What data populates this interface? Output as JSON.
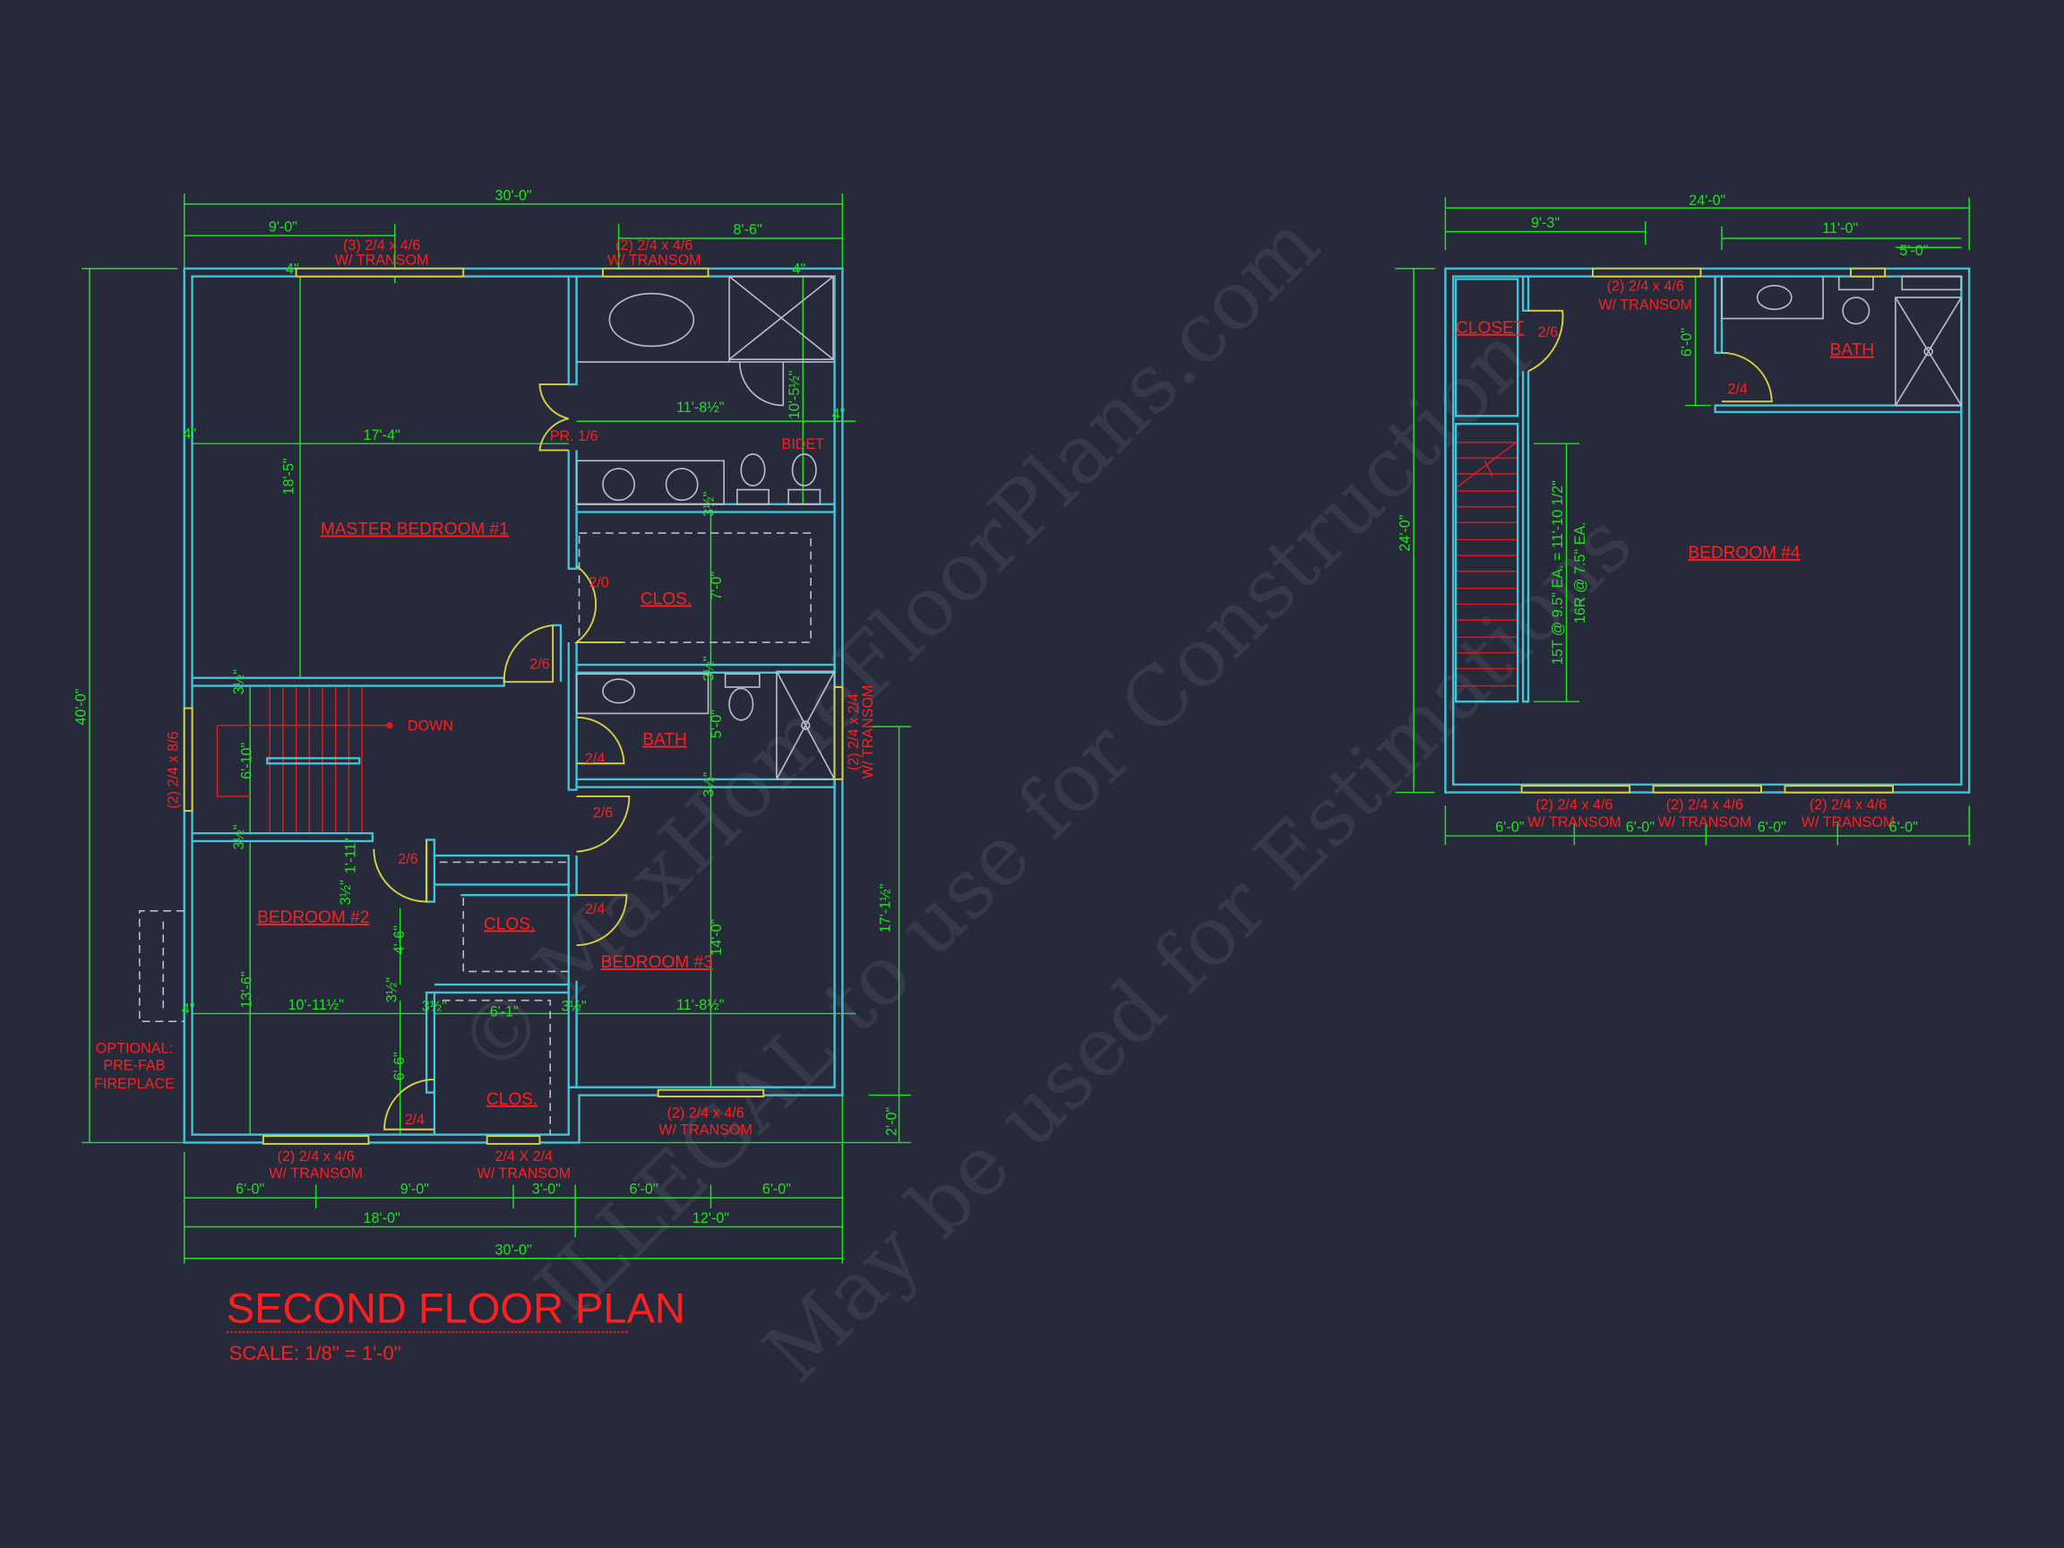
{
  "left_plan": {
    "title": "SECOND FLOOR PLAN",
    "scale": "SCALE: 1/8\" = 1'-0\"",
    "rooms": [
      "MASTER BEDROOM #1",
      "CLOS.",
      "BATH",
      "BEDROOM #2",
      "CLOS.",
      "BEDROOM #3",
      "CLOS."
    ],
    "doors": [
      "PR. 1/6",
      "2/0",
      "2/6",
      "2/4",
      "2/6",
      "2/6",
      "2/4",
      "2/4"
    ],
    "windows": [
      "(3) 2/4 x 4/6",
      "W/ TRANSOM",
      "(2) 2/4 x 4/6",
      "W/ TRANSOM",
      "(2) 2/4 x 8/6",
      "(2) 2/4 x 2/4",
      "W/ TRANSOM",
      "(2) 2/4 x 4/6",
      "W/ TRANSOM",
      "(2) 2/4 x 4/6",
      "W/ TRANSOM",
      "2/4 X 2/4",
      "W/ TRANSOM"
    ],
    "notes": [
      "DOWN",
      "BIDET",
      "OPTIONAL:",
      "PRE-FAB",
      "FIREPLACE"
    ],
    "dims": [
      "30'-0\"",
      "9'-0\"",
      "8'-6\"",
      "17'-4\"",
      "11'-8½\"",
      "10'-5½\"",
      "18'-5\"",
      "7'-0\"",
      "5'-0\"",
      "6'-10\"",
      "14'-0\"",
      "4'-6\"",
      "13'-6\"",
      "6'-6\"",
      "10'-11½\"",
      "6'-1\"",
      "11'-8½\"",
      "17'-1½\"",
      "2'-0\"",
      "40'-0\"",
      "6'-0\"",
      "9'-0\"",
      "3'-0\"",
      "6'-0\"",
      "6'-0\"",
      "18'-0\"",
      "12'-0\"",
      "30'-0\"",
      "3½\"",
      "3½\"",
      "3½\"",
      "3½\"",
      "3½\"",
      "3½\"",
      "3½\"",
      "3½\"",
      "3½\"",
      "1'-11\"",
      "4\"",
      "4\"",
      "4\"",
      "4\"",
      "4\""
    ]
  },
  "right_plan": {
    "rooms": [
      "CLOSET",
      "BATH",
      "BEDROOM #4"
    ],
    "doors": [
      "2/6",
      "2/4"
    ],
    "windows": [
      "(2) 2/4 x 4/6",
      "W/ TRANSOM",
      "(2) 2/4 x 4/6",
      "W/ TRANSOM",
      "(2) 2/4 x 4/6",
      "W/ TRANSOM",
      "(2) 2/4 x 4/6",
      "W/ TRANSOM"
    ],
    "dims": [
      "24'-0\"",
      "9'-3\"",
      "11'-0\"",
      "5'-0\"",
      "6'-0\"",
      "24'-0\"",
      "15T @ 9.5\" EA. = 11'-10 1/2\"",
      "16R @ 7.5\" EA.",
      "6'-0\"",
      "6'-0\"",
      "6'-0\"",
      "6'-0\""
    ]
  },
  "watermark": [
    "© MaxHomeFloorPlans.com",
    "ILLEGAL to use for Construction",
    "May be used for Estimations"
  ],
  "colors": {
    "background": "#262a3b",
    "walls": "#3fc6d8",
    "dimensions": "#1fe21f",
    "labels": "#ff1f1f",
    "doors_windows": "#d9cf3f"
  }
}
